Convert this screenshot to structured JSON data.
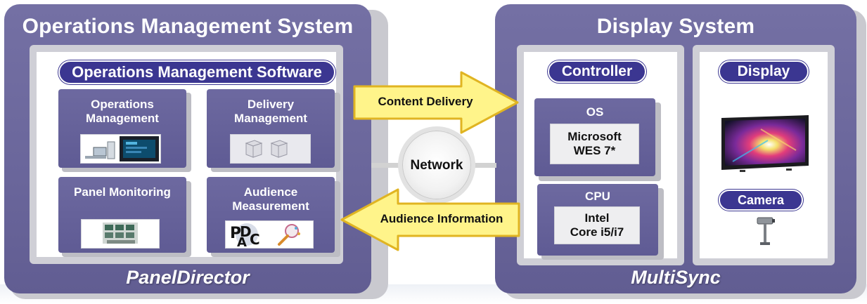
{
  "operations_system": {
    "title": "Operations Management System",
    "software_label": "Operations Management Software",
    "footer": "PanelDirector",
    "modules": [
      {
        "label": "Operations Management",
        "line1": "Operations",
        "line2": "Management",
        "icon": "computer-workstation-icon"
      },
      {
        "label": "Delivery Management",
        "line1": "Delivery",
        "line2": "Management",
        "icon": "servers-icon"
      },
      {
        "label": "Panel Monitoring",
        "line1": "Panel Monitoring",
        "line2": "",
        "icon": "control-room-icon"
      },
      {
        "label": "Audience Measurement",
        "line1": "Audience",
        "line2": "Measurement",
        "icon": "pdca-magnifier-icon"
      }
    ]
  },
  "display_system": {
    "title": "Display System",
    "footer": "MultiSync",
    "controller": {
      "label": "Controller",
      "os": {
        "label": "OS",
        "line1": "Microsoft",
        "line2": "WES 7*"
      },
      "cpu": {
        "label": "CPU",
        "line1": "Intel",
        "line2": "Core i5/i7"
      }
    },
    "display": {
      "label": "Display",
      "camera_label": "Camera"
    }
  },
  "connections": {
    "network_label": "Network",
    "content_delivery": "Content Delivery",
    "audience_information": "Audience Information"
  },
  "colors": {
    "panel_purple": "#6a669b",
    "pill_navy": "#3b3691",
    "arrow_yellow": "#fff48a",
    "arrow_border": "#e0b422"
  }
}
